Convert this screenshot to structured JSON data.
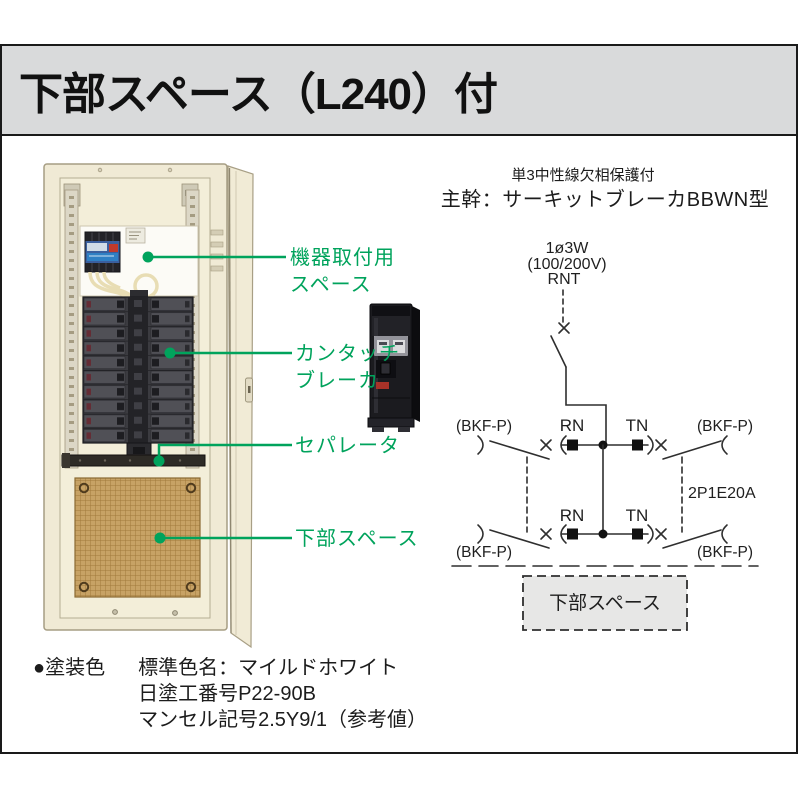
{
  "page": {
    "title": "下部スペース（L240）付"
  },
  "diagram": {
    "heading_note": "単3中性線欠相保護付",
    "heading_main": "主幹：サーキットブレーカBBWN型",
    "supply_phase": "1ø3W",
    "supply_voltage": "(100/200V)",
    "supply_code": "RNT",
    "branch_rating": "2P1E20A",
    "bottom_space_label": "下部スペース",
    "row1": {
      "bkf_left": "(BKF-P)",
      "rn": "RN",
      "tn": "TN",
      "bkf_right": "(BKF-P)"
    },
    "row2": {
      "bkf_left": "(BKF-P)",
      "rn": "RN",
      "tn": "TN",
      "bkf_right": "(BKF-P)"
    }
  },
  "callouts": {
    "accent_color": "#00a35c",
    "device_space_line1": "機器取付用",
    "device_space_line2": "スペース",
    "breaker_line1": "カンタッチ",
    "breaker_line2": "ブレーカ",
    "separator": "セパレータ",
    "bottom_space": "下部スペース"
  },
  "paint": {
    "bullet_label": "●塗装色",
    "name": "標準色名：マイルドホワイト",
    "number": "日塗工番号P22-90B",
    "munsell": "マンセル記号2.5Y9/1（参考値）"
  }
}
